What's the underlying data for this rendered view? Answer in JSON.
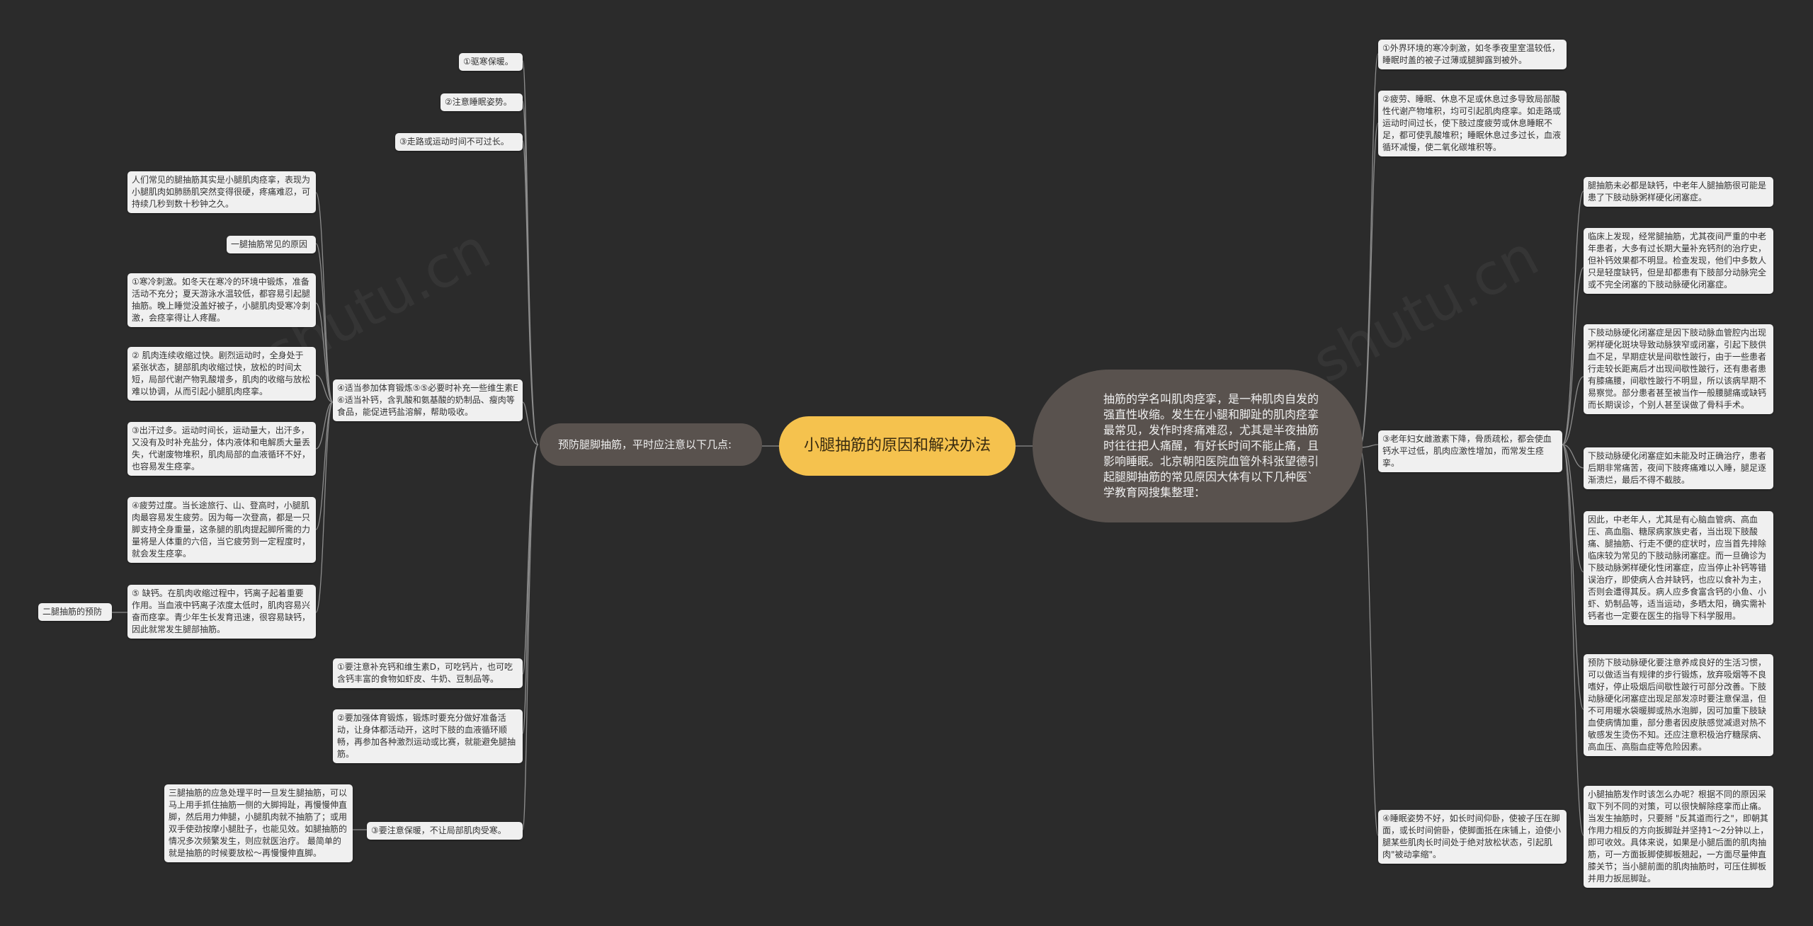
{
  "root": {
    "title": "小腿抽筋的原因和解决办法"
  },
  "left_branch": {
    "label": "预防腿脚抽筋，平时应注意以下几点:"
  },
  "right_branch": {
    "label": "抽筋的学名叫肌肉痉挛，是一种肌肉自发的强直性收缩。发生在小腿和脚趾的肌肉痉挛最常见，发作时疼痛难忍，尤其是半夜抽筋时往往把人痛醒，有好长时间不能止痛，且影响睡眠。北京朝阳医院血管外科张望德引起腿脚抽筋的常见原因大体有以下几种医`学教育网搜集整理："
  },
  "left_items": {
    "a1": "①驱寒保暖。",
    "a2": "②注意睡眠姿势。",
    "a3": "③走路或运动时间不可过长。",
    "a4": "④适当参加体育锻炼⑤⑤必要时补充一些维生素E ⑥适当补钙，含乳酸和氨基酸的奶制品、瘦肉等食品，能促进钙盐溶解，帮助吸收。",
    "b1": "①要注意补充钙和维生素D，可吃钙片，也可吃含钙丰富的食物如虾皮、牛奶、豆制品等。",
    "b2": "②要加强体育锻炼，锻炼时要充分做好准备活动，让身体都活动开，这时下肢的血液循环顺畅，再参加各种激烈运动或比赛，就能避免腿抽筋。",
    "b3": "③要注意保暖，不让局部肌肉受寒。"
  },
  "left_sub": {
    "intro": "人们常见的腿抽筋其实是小腿肌肉痉挛，表现为小腿肌肉如肺肠肌突然变得很硬，疼痛难忍，可持续几秒到数十秒钟之久。",
    "cause_title": "一腿抽筋常见的原因",
    "c1": "①寒冷刺激。如冬天在寒冷的环境中锻炼，准备活动不充分；夏天游泳水温较低，都容易引起腿抽筋。晚上睡觉没盖好被子，小腿肌肉受寒冷刺激，会痉挛得让人疼醒。",
    "c2": "② 肌肉连续收缩过快。剧烈运动时，全身处于紧张状态，腿部肌肉收缩过快，放松的时间太短，局部代谢产物乳酸增多，肌肉的收缩与放松难以协调，从而引起小腿肌肉痉挛。",
    "c3": "③出汗过多。运动时间长，运动量大，出汗多，又没有及时补充盐分，体内液体和电解质大量丢失，代谢废物堆积，肌肉局部的血液循环不好，也容易发生痉挛。",
    "c4": "④疲劳过度。当长途旅行、山、登高时，小腿肌肉最容易发生疲劳。因为每一次登高，都是一只脚支持全身重量，这条腿的肌肉提起脚所需的力量将是人体重的六倍，当它疲劳到一定程度时，就会发生痉挛。",
    "c5": "⑤ 缺钙。在肌肉收缩过程中，钙离子起着重要作用。当血液中钙离子浓度太低时，肌肉容易兴奋而痉挛。青少年生长发育迅速，很容易缺钙，因此就常发生腿部抽筋。",
    "prevent_title": "二腿抽筋的预防",
    "emergency": "三腿抽筋的应急处理平时一旦发生腿抽筋，可以马上用手抓住抽筋一侧的大脚拇趾，再慢慢伸直脚，然后用力伸腿，小腿肌肉就不抽筋了；或用双手使劲按摩小腿肚子，也能见效。如腿抽筋的情况多次频繁发生，则应就医治疗。 最简单的就是抽筋的时候要放松～再慢慢伸直脚。"
  },
  "right_items": {
    "r1": "①外界环境的寒冷刺激，如冬季夜里室温较低，睡眠时盖的被子过薄或腿脚露到被外。",
    "r2": "②疲劳、睡眠、休息不足或休息过多导致局部酸性代谢产物堆积，均可引起肌肉痉挛。如走路或运动时间过长，使下肢过度疲劳或休息睡眠不足，都可使乳酸堆积；睡眠休息过多过长，血液循环减慢，使二氧化碳堆积等。",
    "r3": "③老年妇女雌激素下降，骨质疏松，都会使血钙水平过低，肌肉应激性增加，而常发生痉挛。",
    "r4": "④睡眠姿势不好，如长时间仰卧，使被子压在脚面，或长时间俯卧，使脚面抵在床铺上，迫使小腿某些肌肉长时间处于绝对放松状态，引起肌肉\"被动挛缩\"。"
  },
  "right_sub": {
    "s1": "腿抽筋未必都是缺钙，中老年人腿抽筋很可能是患了下肢动脉粥样硬化闭塞症。",
    "s2": "临床上发现，经常腿抽筋，尤其夜间严重的中老年患者，大多有过长期大量补充钙剂的治疗史，但补钙效果都不明显。检查发现，他们中多数人只是轻度缺钙，但是却都患有下肢部分动脉完全或不完全闭塞的下肢动脉硬化闭塞症。",
    "s3": "下肢动脉硬化闭塞症是因下肢动脉血管腔内出现粥样硬化斑块导致动脉狭窄或闭塞，引起下肢供血不足，早期症状是间歇性跛行，由于一些患者行走较长距离后才出现间歇性跛行，还有患者患有膝痛腰，间歇性跛行不明显，所以该病早期不易察觉。部分患者甚至被当作一般腰腿痛或缺钙而长期误诊，个别人甚至误做了骨科手术。",
    "s4": "下肢动脉硬化闭塞症如未能及时正确治疗，患者后期非常痛苦，夜间下肢疼痛难以入睡，腿足逐渐溃烂，最后不得不截肢。",
    "s5": "因此，中老年人，尤其是有心脑血管病、高血压、高血脂、糖尿病家族史者，当出现下肢酸痛、腿抽筋、行走不便的症状时，应当首先排除临床较为常见的下肢动脉闭塞症。而一旦确诊为下肢动脉粥样硬化性闭塞症，应当停止补钙等错误治疗，即使病人合并缺钙，也应以食补为主，否则会遭得其反。病人应多食富含钙的小鱼、小虾、奶制品等，适当运动，多晒太阳，确实需补钙者也一定要在医生的指导下科学服用。",
    "s6": "预防下肢动脉硬化要注意养成良好的生活习惯，可以做适当有规律的步行锻炼，放弃吸烟等不良嗜好，停止吸烟后间歇性跛行可部分改善。下肢动脉硬化闭塞症出现足部发凉时要注意保温，但不可用暖水袋暖脚或热水泡脚，因可加重下肢缺血使病情加重，部分患者因皮肤感觉减退对热不敏感发生烫伤不知。还应注意积极治疗糖尿病、高血压、高脂血症等危险因素。",
    "s7": "小腿抽筋发作时该怎么办呢？根据不同的原因采取下列不同的对策，可以很快解除痉挛而止痛。当发生抽筋时，只要掰 \"反其道而行之\"，即朝其作用力相反的方向扳脚趾并坚持1～2分钟以上，即可收效。具体来说，如果是小腿后面的肌肉抽筋，可一方面扳脚使脚板翘起，一方面尽量伸直膝关节；当小腿前面的肌肉抽筋时，可压住脚板并用力扳屈脚趾。"
  }
}
